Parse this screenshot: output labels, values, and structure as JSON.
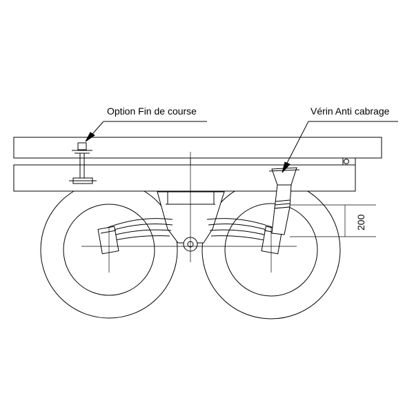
{
  "labels": {
    "limit_switch": "Option Fin de course",
    "anti_tilt_cylinder": "Vérin Anti cabrage"
  },
  "dimension": {
    "value": "200"
  },
  "colors": {
    "stroke": "#000000",
    "background": "#ffffff"
  }
}
